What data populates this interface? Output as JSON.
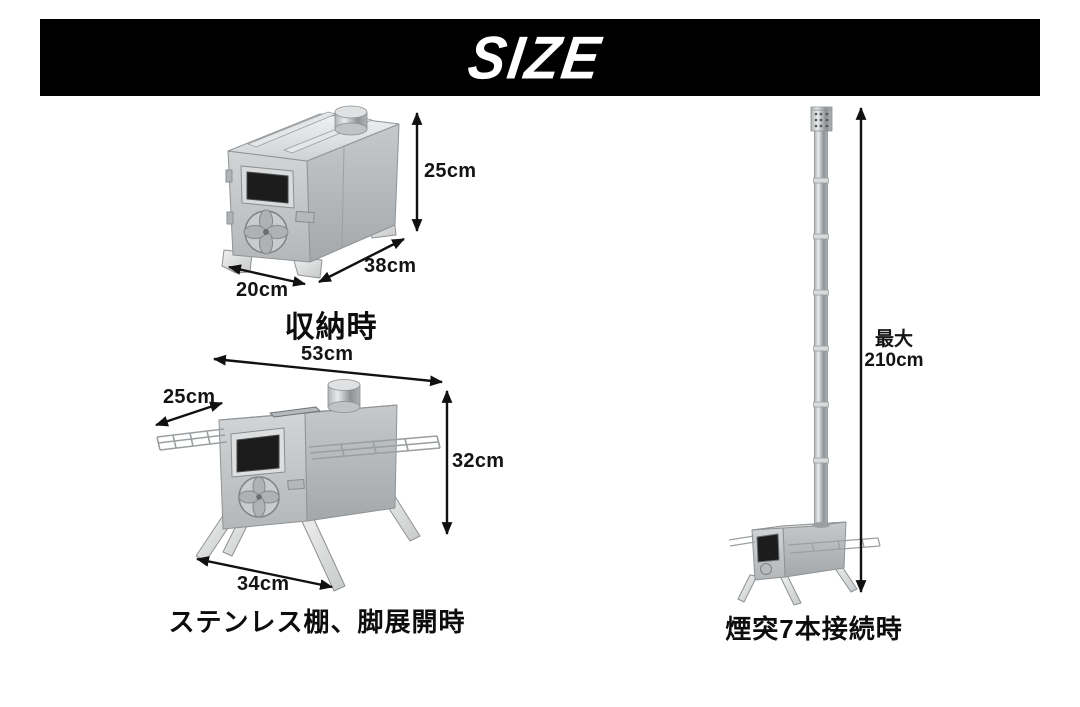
{
  "header": {
    "title": "SIZE",
    "bg_color": "#000000",
    "fg_color": "#ffffff"
  },
  "figures": [
    {
      "name": "stowed",
      "caption": "収納時",
      "dims": {
        "height": "25cm",
        "depth": "38cm",
        "width": "20cm"
      }
    },
    {
      "name": "shelves-and-legs-deployed",
      "caption": "ステンレス棚、脚展開時",
      "dims": {
        "width": "53cm",
        "shelf": "25cm",
        "height": "32cm",
        "leg_span": "34cm"
      }
    },
    {
      "name": "seven-chimney-pipes-connected",
      "caption": "煙突7本接続時",
      "dims": {
        "max_label": "最大",
        "max_height": "210cm"
      }
    }
  ],
  "icons": {
    "dimension_arrow": "double-headed-arrow"
  },
  "colors": {
    "text": "#141414",
    "arrow": "#111111",
    "metal_light": "#e8eaeb",
    "metal_mid": "#c6c9cb",
    "metal_dark": "#a4a8aa",
    "glass": "#1c1c1c"
  }
}
